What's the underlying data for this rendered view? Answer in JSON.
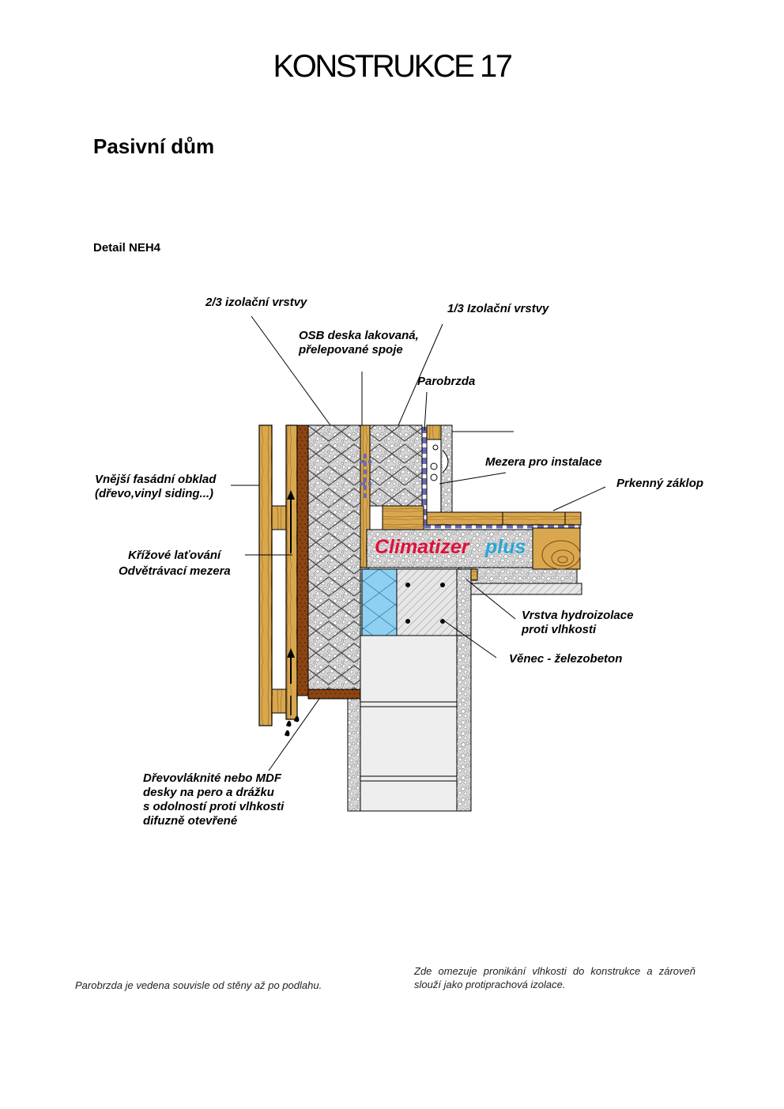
{
  "page": {
    "title": "KONSTRUKCE 17",
    "subtitle": "Pasivní dům",
    "detail": "Detail NEH4"
  },
  "labels": {
    "insulation_two_thirds": "2/3  izolační vrstvy",
    "insulation_one_third": "1/3  Izolační vrstvy",
    "osb_line1": "OSB deska lakovaná,",
    "osb_line2": "přelepované spoje",
    "vapor_barrier": "Parobrzda",
    "installation_gap": "Mezera  pro instalace",
    "board_subfloor": "Prkenný záklop",
    "facade_line1": "Vnější fasádní obklad",
    "facade_line2": "(dřevo,vinyl siding...)",
    "battens": "Křížové laťování",
    "ventilation_gap": "Odvětrávací mezera",
    "waterproofing_line1": "Vrstva hydroizolace",
    "waterproofing_line2": "proti vlhkosti",
    "ring_beam": "Věnec - železobeton",
    "fiberboard_line1": "Dřevovláknité nebo MDF",
    "fiberboard_line2": "desky na pero a drážku",
    "fiberboard_line3": "s odolností proti vlhkosti",
    "fiberboard_line4": "difuzně otevřené"
  },
  "brand": {
    "part1": "Climatizer",
    "part2": "plus"
  },
  "notes": {
    "left": "Parobrzda je vedena souvisle od stěny až po podlahu.",
    "right": "Zde omezuje pronikání vlhkosti do konstrukce a zároveň slouží jako protiprachová izolace."
  },
  "colors": {
    "wood": "#d7a64a",
    "wood_dark": "#7a4a1c",
    "fiberboard": "#8b4513",
    "insulation": "#c8c8c8",
    "vapor_barrier": "#6b6bb5",
    "brand_red": "#e0103a",
    "brand_cyan": "#27a8d8",
    "blue_insulation": "#5bb7e6",
    "concrete": "#d9d9d9"
  }
}
